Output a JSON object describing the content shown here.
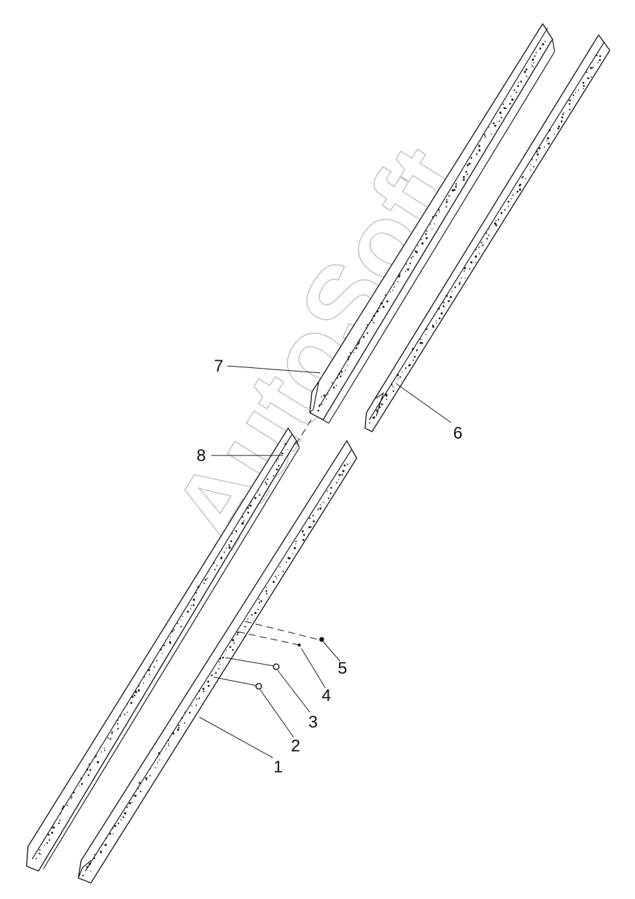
{
  "diagram": {
    "callouts": [
      {
        "id": "c1",
        "label": "1"
      },
      {
        "id": "c2",
        "label": "2"
      },
      {
        "id": "c3",
        "label": "3"
      },
      {
        "id": "c4",
        "label": "4"
      },
      {
        "id": "c5",
        "label": "5"
      },
      {
        "id": "c6",
        "label": "6"
      },
      {
        "id": "c7",
        "label": "7"
      },
      {
        "id": "c8",
        "label": "8"
      }
    ],
    "watermark": "AutoSoft",
    "colors": {
      "line": "#1a1a1a",
      "watermark": "#8a8a8a",
      "background": "#ffffff"
    }
  }
}
